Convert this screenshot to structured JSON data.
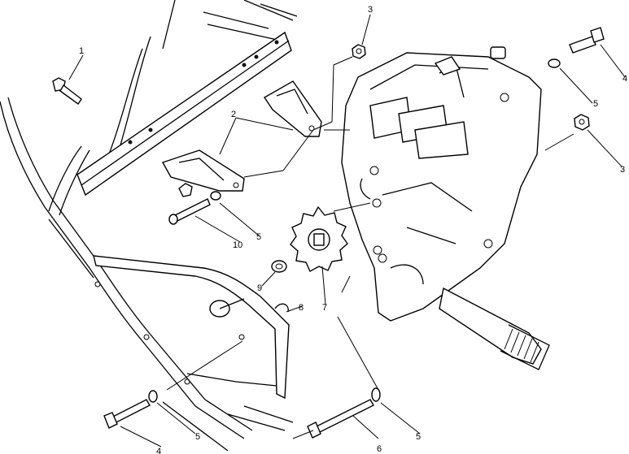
{
  "callouts": {
    "c1": "1",
    "c2": "2",
    "c3_top": "3",
    "c3_right": "3",
    "c4_top": "4",
    "c4_bottom_left": "4",
    "c5_right_top": "5",
    "c5_mid": "5",
    "c5_bottom_left": "5",
    "c5_bottom_right": "5",
    "c6": "6",
    "c7": "7",
    "c8": "8",
    "c9": "9",
    "c10": "10"
  }
}
